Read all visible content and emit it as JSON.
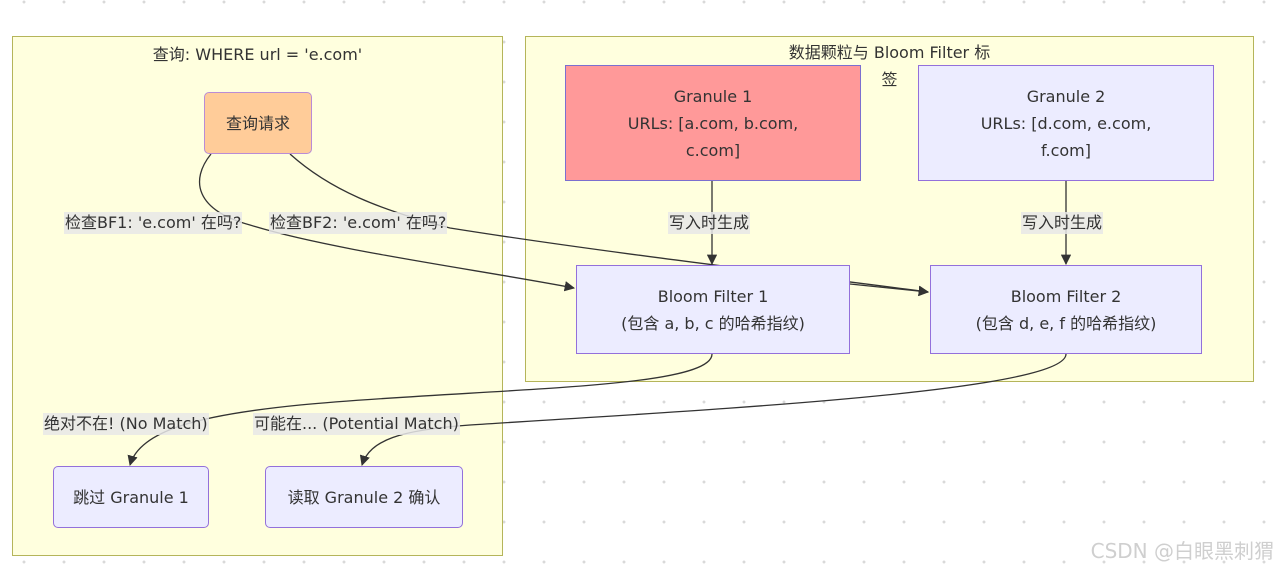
{
  "clusters": {
    "query": {
      "title": "查询: WHERE url = 'e.com'"
    },
    "granules": {
      "title_line1": "数据颗粒与 Bloom Filter 标",
      "title_line2": "签"
    }
  },
  "nodes": {
    "query_request": "查询请求",
    "granule1": {
      "line1": "Granule 1",
      "line2": "URLs: [a.com, b.com,",
      "line3": "c.com]"
    },
    "granule2": {
      "line1": "Granule 2",
      "line2": "URLs: [d.com, e.com,",
      "line3": "f.com]"
    },
    "bf1": {
      "line1": "Bloom Filter 1",
      "line2": "(包含 a, b, c 的哈希指纹)"
    },
    "bf2": {
      "line1": "Bloom Filter 2",
      "line2": "(包含 d, e, f 的哈希指纹)"
    },
    "skip": "跳过 Granule 1",
    "read": "读取 Granule 2 确认"
  },
  "edges": {
    "check_bf1": "检查BF1: 'e.com' 在吗?",
    "check_bf2": "检查BF2: 'e.com' 在吗?",
    "write_gen1": "写入时生成",
    "write_gen2": "写入时生成",
    "no_match": "绝对不在! (No Match)",
    "potential_match": "可能在... (Potential Match)"
  },
  "colors": {
    "cluster_fill": "#ffffde",
    "node_fill": "#ececff",
    "node_border": "#9370db",
    "query_fill": "#ffcc99",
    "granule1_fill": "#ff9999"
  },
  "watermark": "CSDN @白眼黑刺猬"
}
